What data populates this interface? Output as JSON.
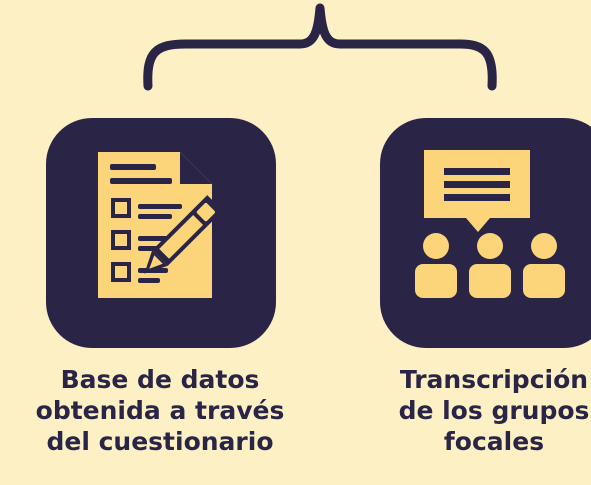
{
  "colors": {
    "background": "#fcf0c4",
    "tile": "#2a2547",
    "icon": "#fcd47a",
    "text": "#2a2547"
  },
  "items": [
    {
      "icon": "questionnaire-checklist-icon",
      "label_lines": [
        "Base de datos",
        "obtenida a través",
        "del cuestionario"
      ]
    },
    {
      "icon": "focus-group-icon",
      "label_lines": [
        "Transcripción",
        "de los grupos",
        "focales"
      ]
    }
  ]
}
